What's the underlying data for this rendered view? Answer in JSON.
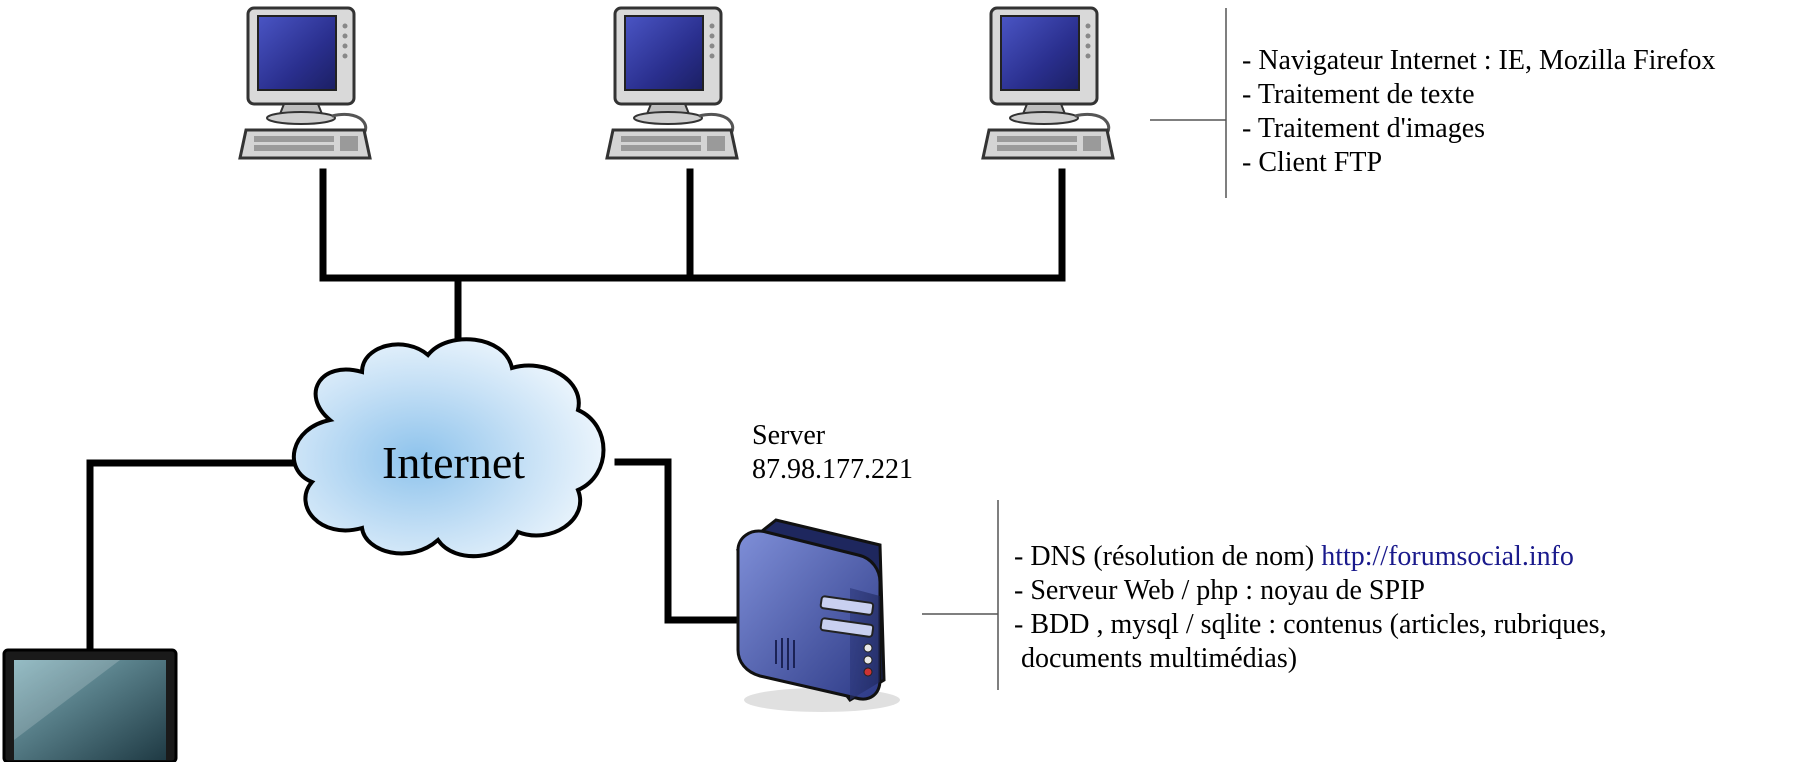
{
  "cloud": {
    "label": "Internet"
  },
  "server": {
    "name": "Server",
    "ip": "87.98.177.221"
  },
  "client_features": [
    "- Navigateur Internet : IE, Mozilla Firefox",
    "- Traitement de texte",
    "- Traitement d'images",
    "- Client FTP"
  ],
  "server_features": {
    "dns_prefix": "- DNS (résolution de nom) ",
    "dns_link": "http://forumsocial.info",
    "web": "- Serveur Web / php : noyau de SPIP",
    "db_line1": "- BDD , mysql / sqlite : contenus (articles, rubriques,",
    "db_line2": " documents multimédias)"
  },
  "colors": {
    "link": "#1a1a8c",
    "cloud_fill": "#cfe6f7",
    "server_body": "#3b4a9a",
    "monitor_screen": "#2b2f8a"
  },
  "icons": [
    "desktop-computer-icon",
    "cloud-icon",
    "server-tower-icon",
    "laptop-icon"
  ]
}
